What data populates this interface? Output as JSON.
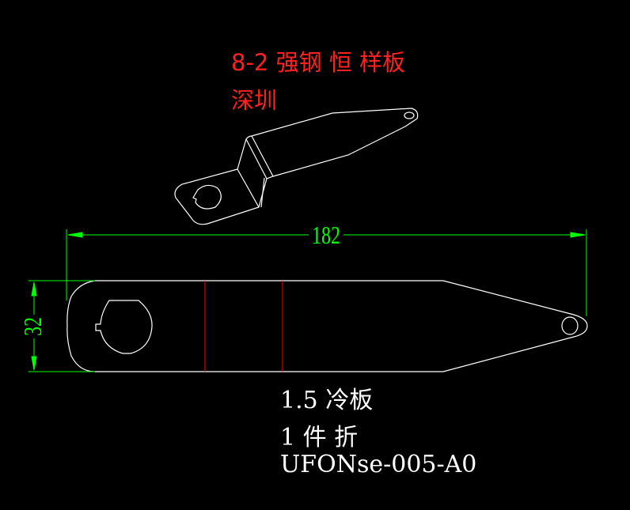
{
  "notes": {
    "title_line1": "8-2 强钢 恒 样板",
    "title_line2": "深圳",
    "material": "1.5 冷板",
    "quantity": "1 件 折",
    "part_number": "UFONse-005-A0"
  },
  "dimensions": {
    "length": "182",
    "width": "32"
  },
  "colors": {
    "background": "#000000",
    "outline": "#ffffff",
    "dimension": "#00ff00",
    "annotation": "#ff2020",
    "bend_line": "#ff0000"
  }
}
